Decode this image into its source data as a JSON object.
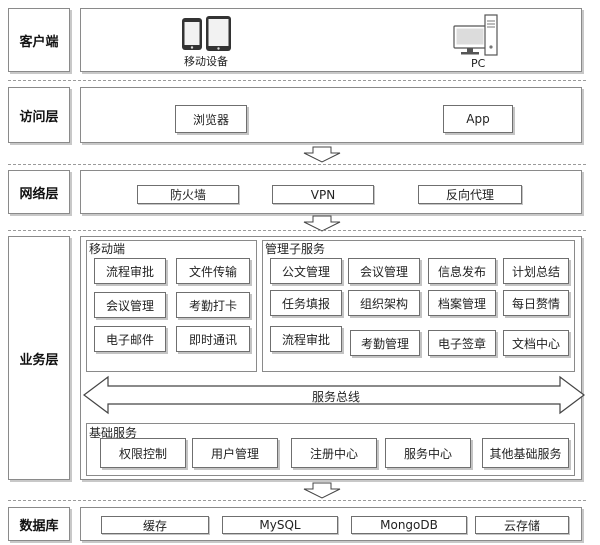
{
  "layers": {
    "client": "客户端",
    "access": "访问层",
    "network": "网络层",
    "business": "业务层",
    "database": "数据库"
  },
  "client": {
    "mobile_label": "移动设备",
    "pc_label": "PC",
    "mobile_icon": "mobile-devices-icon",
    "pc_icon": "desktop-computer-icon"
  },
  "access": {
    "browser": "浏览器",
    "app": "App"
  },
  "network": {
    "firewall": "防火墙",
    "vpn": "VPN",
    "reverse_proxy": "反向代理"
  },
  "business": {
    "mobile_group": {
      "title": "移动端",
      "items": [
        "流程审批",
        "文件传输",
        "会议管理",
        "考勤打卡",
        "电子邮件",
        "即时通讯"
      ]
    },
    "management_group": {
      "title": "管理子服务",
      "items": [
        "公文管理",
        "会议管理",
        "信息发布",
        "计划总结",
        "任务填报",
        "组织架构",
        "档案管理",
        "每日赘情",
        "流程审批",
        "考勤管理",
        "电子签章",
        "文档中心"
      ]
    },
    "service_bus": "服务总线",
    "base_group": {
      "title": "基础服务",
      "items": [
        "权限控制",
        "用户管理",
        "注册中心",
        "服务中心",
        "其他基础服务"
      ]
    }
  },
  "database": {
    "items": [
      "缓存",
      "MySQL",
      "MongoDB",
      "云存储"
    ]
  },
  "colors": {
    "border": "#8a8a8a",
    "shadow": "#c8c8c8",
    "arrow_fill": "#ffffff"
  }
}
